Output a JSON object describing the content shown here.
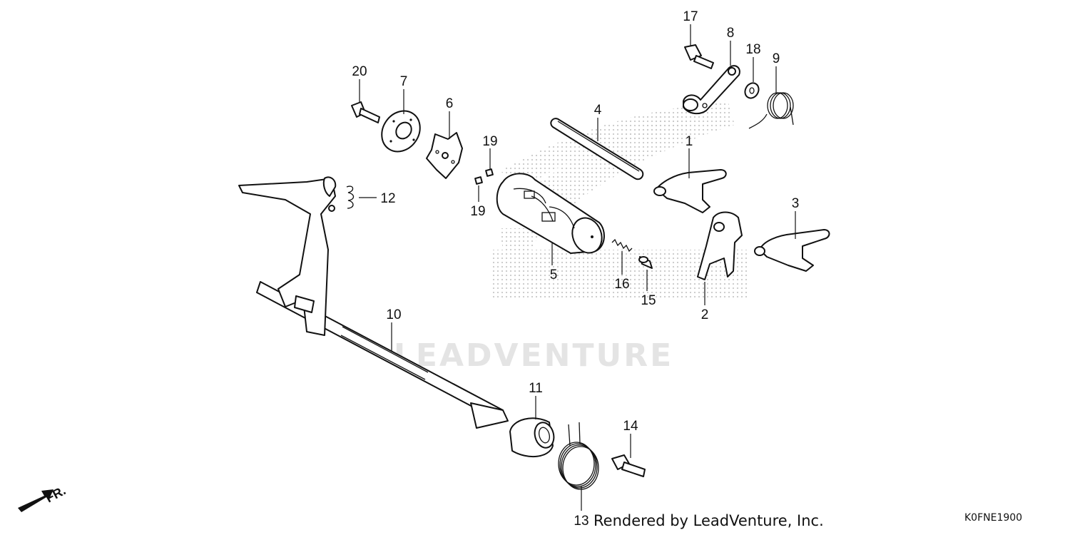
{
  "diagram": {
    "callouts": [
      {
        "id": "1",
        "label": "1"
      },
      {
        "id": "2",
        "label": "2"
      },
      {
        "id": "3",
        "label": "3"
      },
      {
        "id": "4",
        "label": "4"
      },
      {
        "id": "5",
        "label": "5"
      },
      {
        "id": "6",
        "label": "6"
      },
      {
        "id": "7",
        "label": "7"
      },
      {
        "id": "8",
        "label": "8"
      },
      {
        "id": "9",
        "label": "9"
      },
      {
        "id": "10",
        "label": "10"
      },
      {
        "id": "11",
        "label": "11"
      },
      {
        "id": "12",
        "label": "12"
      },
      {
        "id": "13",
        "label": "13"
      },
      {
        "id": "14",
        "label": "14"
      },
      {
        "id": "15",
        "label": "15"
      },
      {
        "id": "16",
        "label": "16"
      },
      {
        "id": "17",
        "label": "17"
      },
      {
        "id": "18",
        "label": "18"
      },
      {
        "id": "19a",
        "label": "19"
      },
      {
        "id": "19b",
        "label": "19"
      },
      {
        "id": "20",
        "label": "20"
      }
    ],
    "front_arrow_label": "FR.",
    "watermark_text": "LEADVENTURE",
    "footer_rendered_by": "Rendered by LeadVenture, Inc.",
    "diagram_code": "K0FNE1900"
  }
}
